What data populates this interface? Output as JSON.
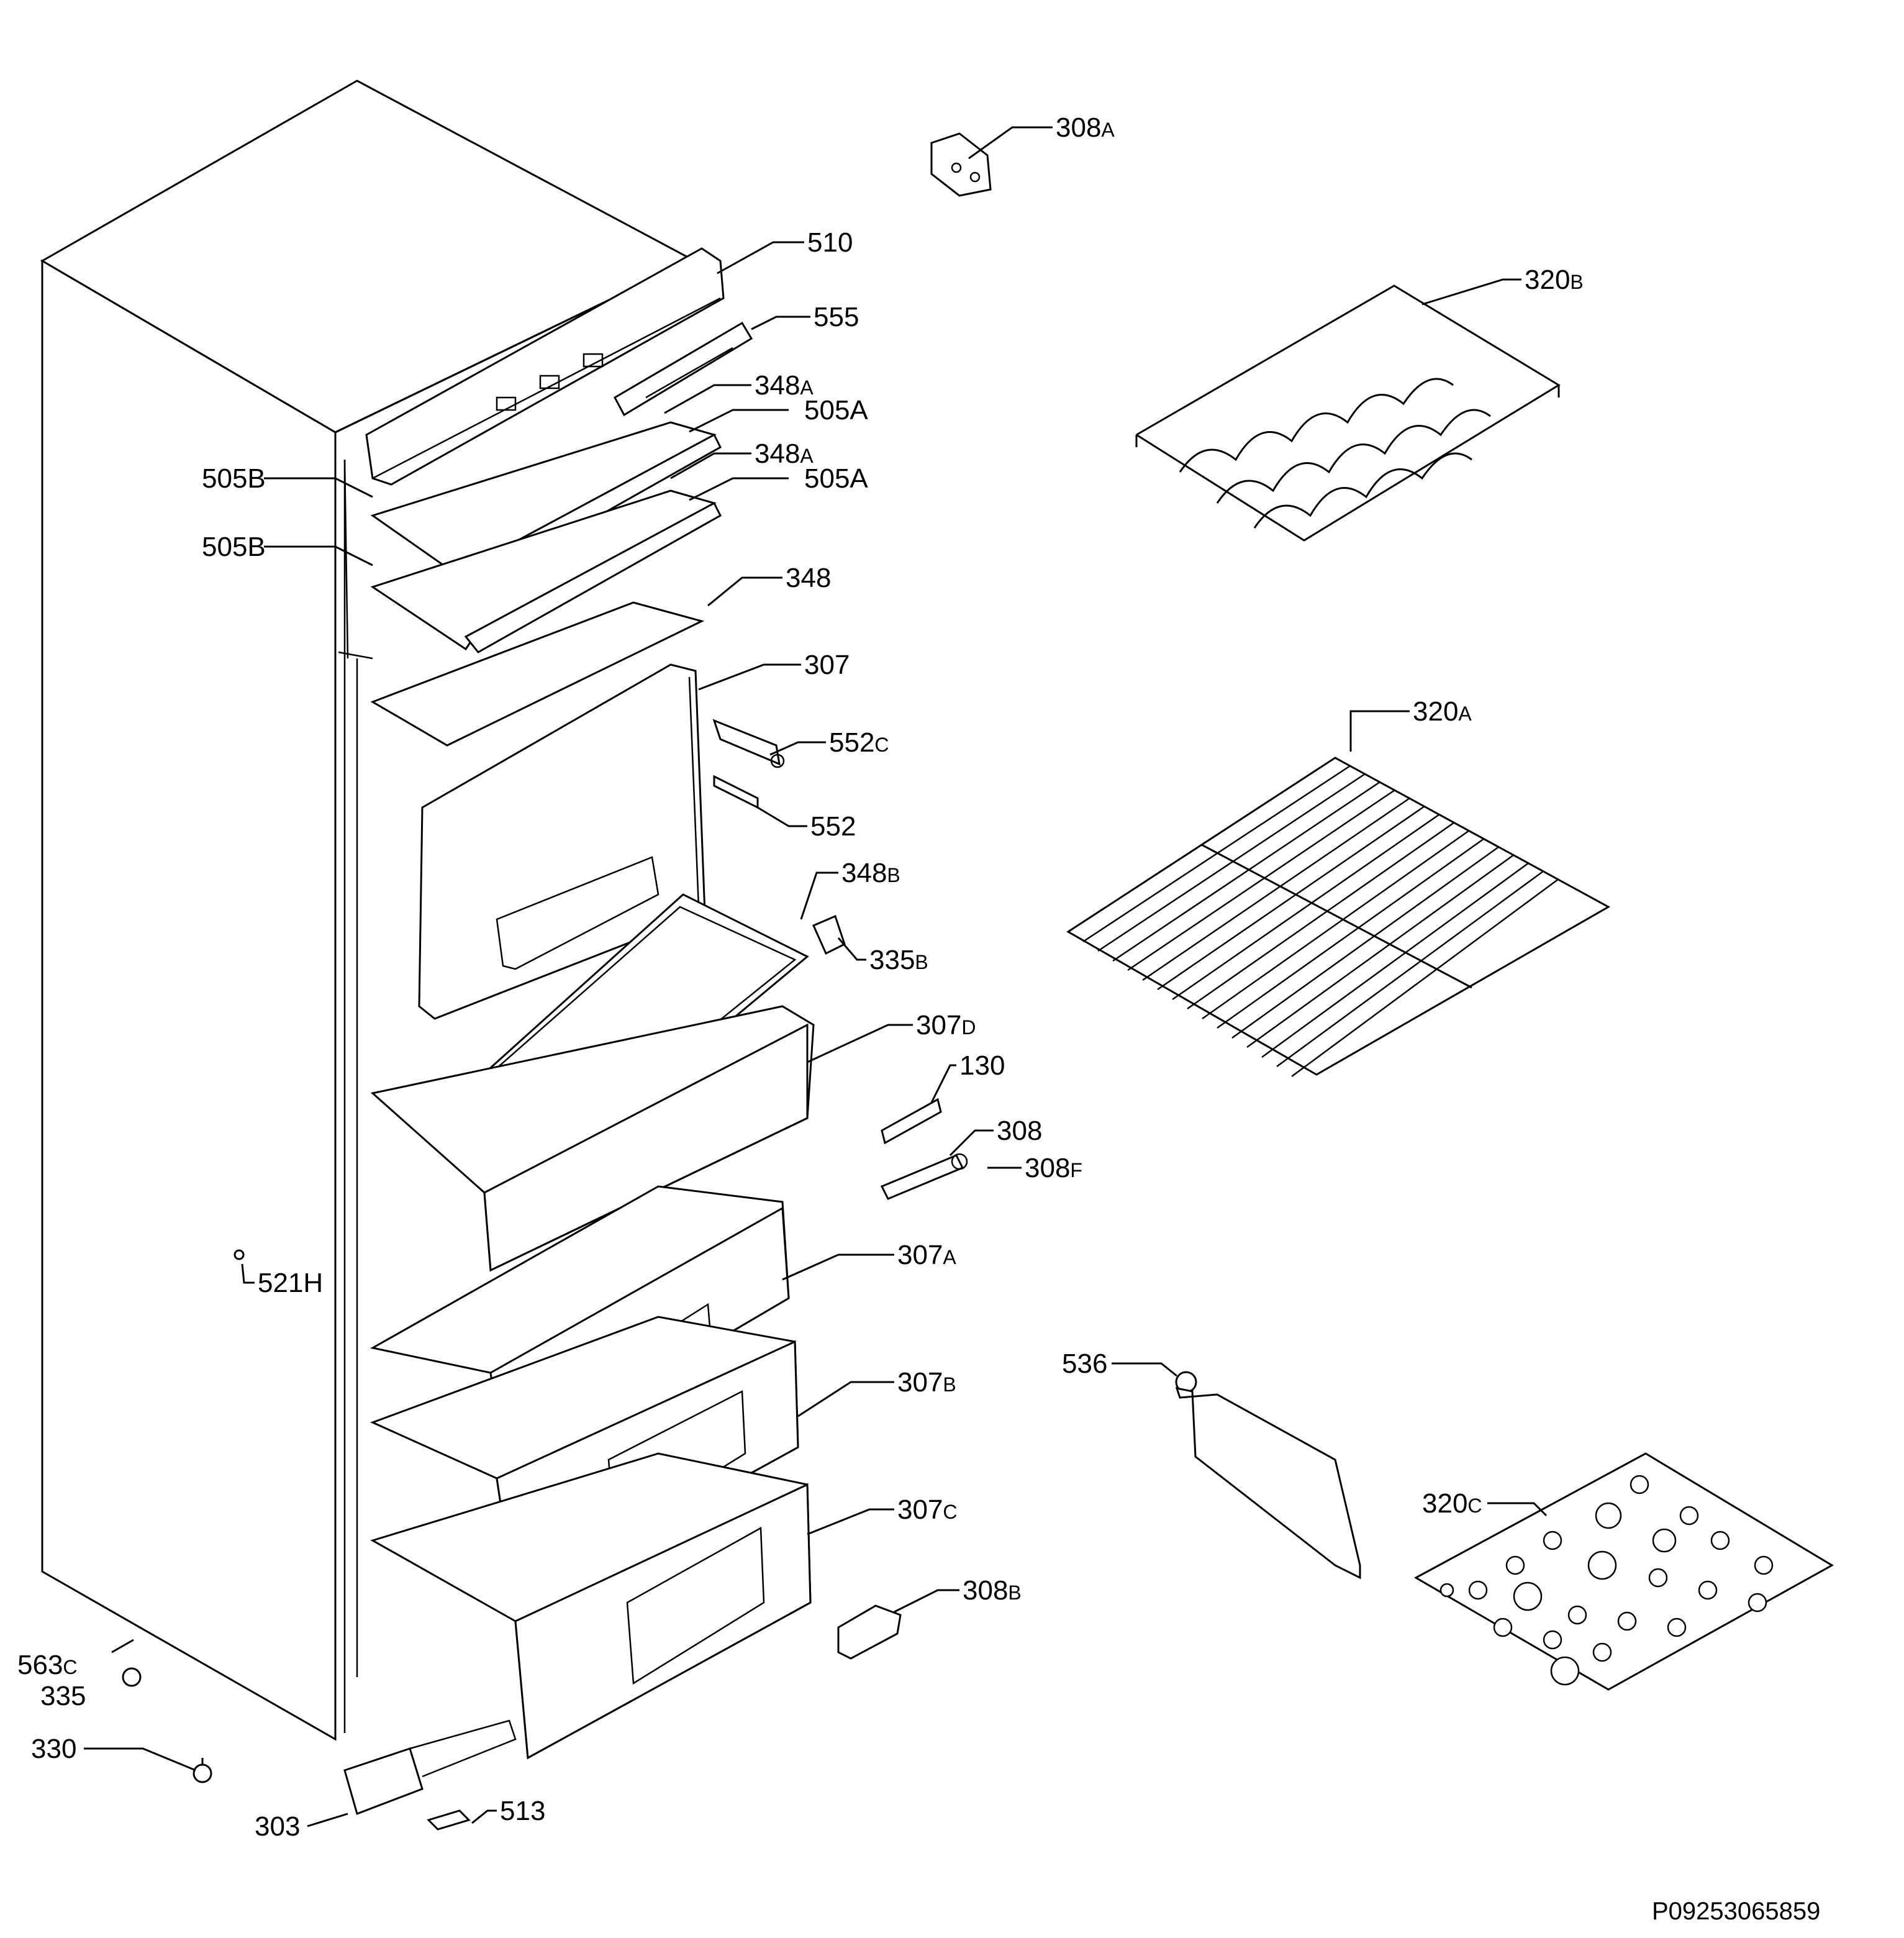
{
  "diagram": {
    "reference_code": "P09253065859",
    "callouts": {
      "c308A": {
        "num": "308",
        "suffix": "A"
      },
      "c510": {
        "num": "510",
        "suffix": ""
      },
      "c555": {
        "num": "555",
        "suffix": ""
      },
      "c348A_1": {
        "num": "348",
        "suffix": "A"
      },
      "c505A_1": {
        "num": "505A",
        "suffix": ""
      },
      "c348A_2": {
        "num": "348",
        "suffix": "A"
      },
      "c505A_2": {
        "num": "505A",
        "suffix": ""
      },
      "c505B_1": {
        "num": "505B",
        "suffix": ""
      },
      "c505B_2": {
        "num": "505B",
        "suffix": ""
      },
      "c348": {
        "num": "348",
        "suffix": ""
      },
      "c307": {
        "num": "307",
        "suffix": ""
      },
      "c552C": {
        "num": "552",
        "suffix": "C"
      },
      "c552": {
        "num": "552",
        "suffix": ""
      },
      "c348B": {
        "num": "348",
        "suffix": "B"
      },
      "c335B": {
        "num": "335",
        "suffix": "B"
      },
      "c307D": {
        "num": "307",
        "suffix": "D"
      },
      "c130": {
        "num": "130",
        "suffix": ""
      },
      "c308": {
        "num": "308",
        "suffix": ""
      },
      "c308F": {
        "num": "308",
        "suffix": "F"
      },
      "c521H": {
        "num": "521H",
        "suffix": ""
      },
      "c307A": {
        "num": "307",
        "suffix": "A"
      },
      "c307B": {
        "num": "307",
        "suffix": "B"
      },
      "c307C": {
        "num": "307",
        "suffix": "C"
      },
      "c308B": {
        "num": "308",
        "suffix": "B"
      },
      "c563C": {
        "num": "563",
        "suffix": "C"
      },
      "c335": {
        "num": "335",
        "suffix": ""
      },
      "c330": {
        "num": "330",
        "suffix": ""
      },
      "c303": {
        "num": "303",
        "suffix": ""
      },
      "c513": {
        "num": "513",
        "suffix": ""
      },
      "c320B": {
        "num": "320",
        "suffix": "B"
      },
      "c320A": {
        "num": "320",
        "suffix": "A"
      },
      "c536": {
        "num": "536",
        "suffix": ""
      },
      "c320C": {
        "num": "320",
        "suffix": "C"
      }
    }
  }
}
